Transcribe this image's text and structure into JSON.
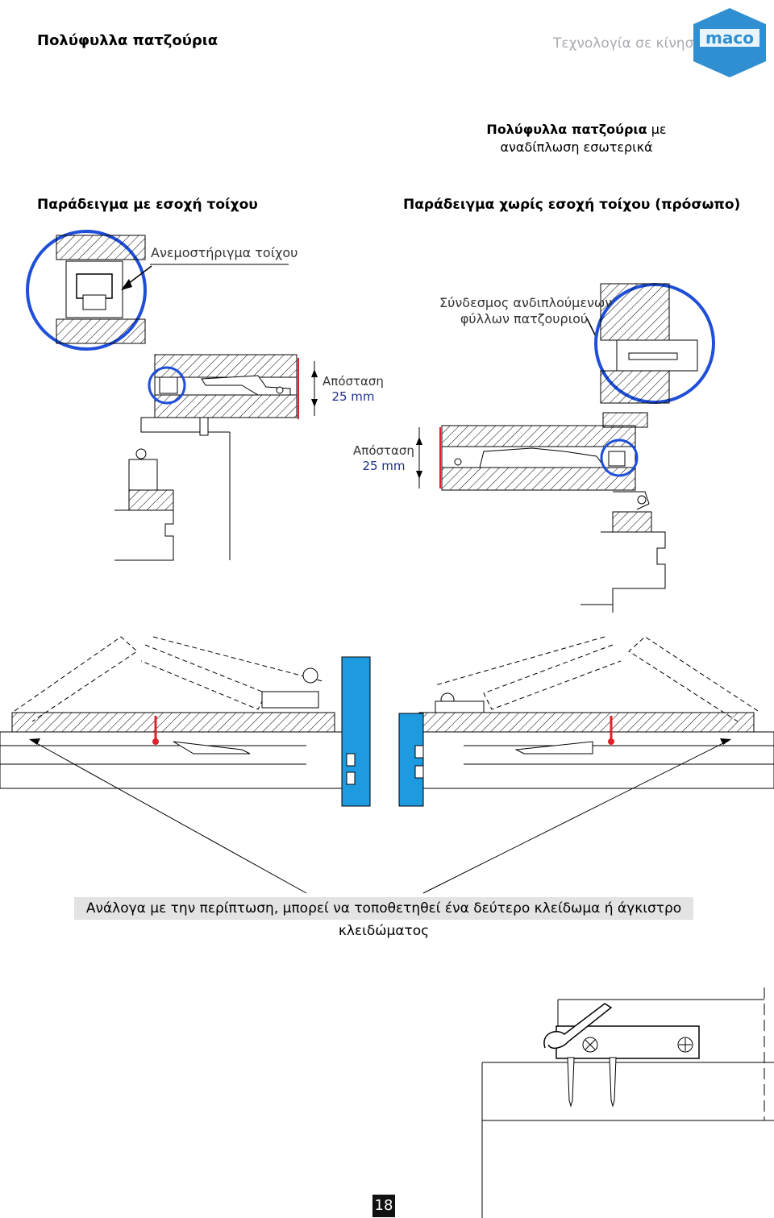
{
  "header": {
    "title": "Πολύφυλλα πατζούρια",
    "tagline": "Τεχνολογία σε κίνηση",
    "logo_text": "maco"
  },
  "subtitle": {
    "bold": "Πολύφυλλα πατζούρια",
    "rest_line1": " με",
    "line2": "αναδίπλωση εσωτερικά"
  },
  "examples": {
    "left_title": "Παράδειγμα με εσοχή τοίχου",
    "right_title": "Παράδειγμα χωρίς εσοχή τοίχου (πρόσωπο)"
  },
  "labels": {
    "wind_stop": "Ανεμοστήριγμα τοίχου",
    "connector_line1": "Σύνδεσμος ανδιπλούμενων",
    "connector_line2": "φύλλων πατζουριού",
    "distance_a_label": "Απόσταση",
    "distance_a_value": "25 mm",
    "distance_b_label": "Απόσταση",
    "distance_b_value": "25 mm"
  },
  "caption": "Ανάλογα με την περίπτωση, μπορεί να τοποθετηθεί ένα δεύτερο κλείδωμα ή άγκιστρο κλειδώματος",
  "page_number": "18",
  "colors": {
    "logo_blue": "#2f8fd0",
    "highlight_circle": "#1f4fd8",
    "marker_red": "#e0202a",
    "wall_blue": "#1e9be0",
    "caption_bg": "#e3e3e3",
    "tagline_gray": "#a8aab0"
  }
}
